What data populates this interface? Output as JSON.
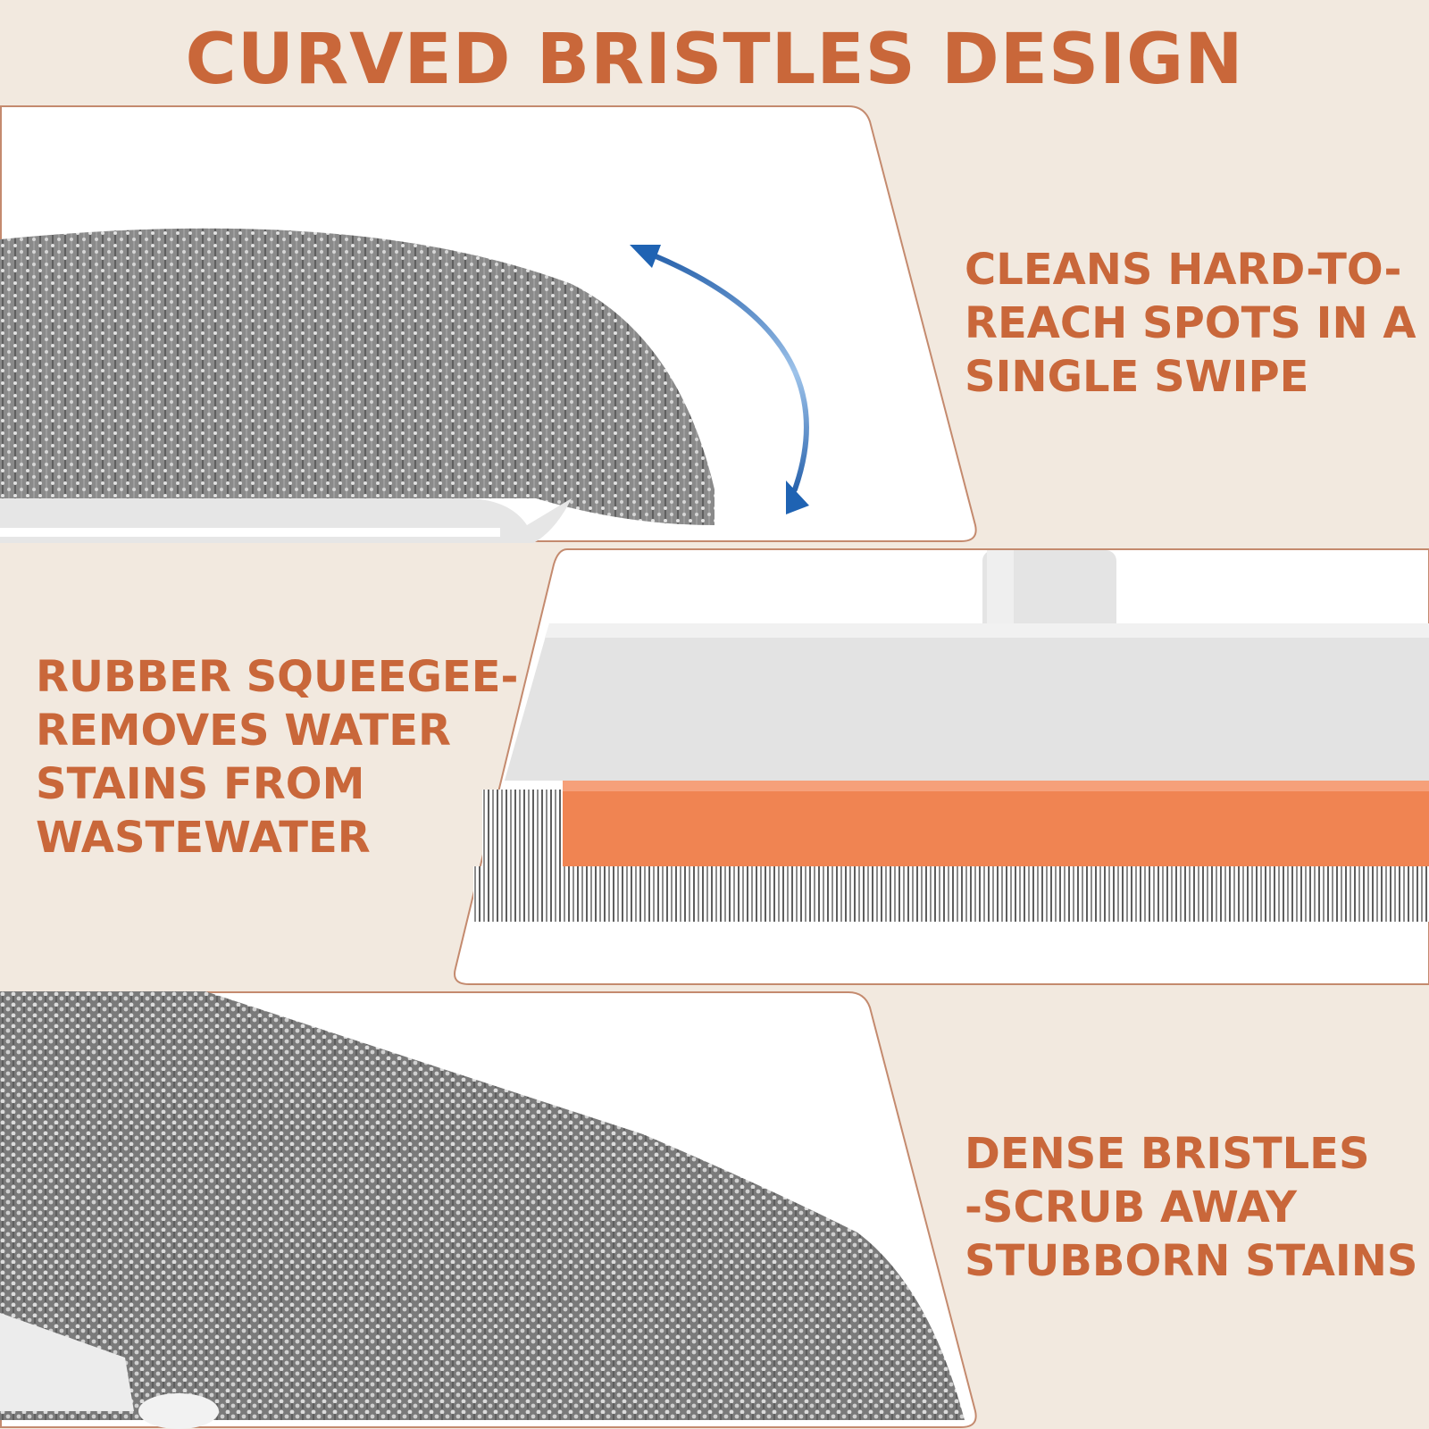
{
  "title": "CURVED BRISTLES DESIGN",
  "features": [
    {
      "lines": [
        "CLEANS HARD-TO-",
        "REACH SPOTS IN A",
        "SINGLE SWIPE"
      ]
    },
    {
      "lines": [
        "RUBBER SQUEEGEE-",
        "REMOVES WATER",
        "STAINS FROM",
        "WASTEWATER"
      ]
    },
    {
      "lines": [
        "DENSE BRISTLES",
        "-SCRUB AWAY",
        "STUBBORN STAINS"
      ]
    }
  ],
  "colors": {
    "background": "#f2e9df",
    "accent_text": "#c9673a",
    "panel": "#ffffff",
    "panel_border": "#c48a6e",
    "bristle": "#7f7f7f",
    "bristle_tip": "#d8d8d8",
    "squeegee": "#f08452",
    "arrow": "#2f6fb5"
  },
  "icons": [
    "curved-double-arrow-icon"
  ]
}
